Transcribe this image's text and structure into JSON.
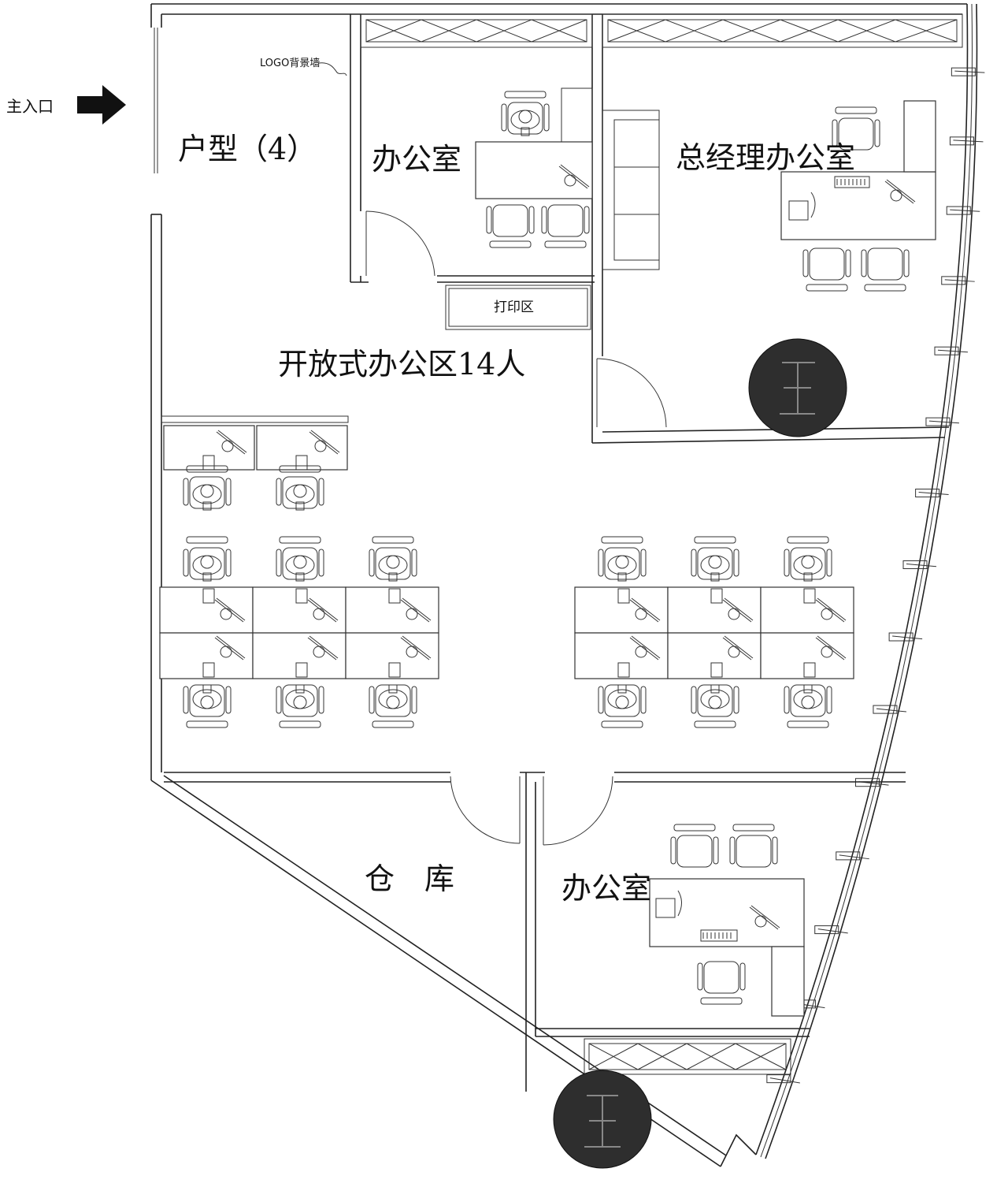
{
  "labels": {
    "main_entrance": "主入口",
    "logo_wall": "LOGO背景墙",
    "unit_type": "户型（4）",
    "office_top": "办公室",
    "gm_office": "总经理办公室",
    "print_area": "打印区",
    "open_office": "开放式办公区14人",
    "warehouse": "仓　库",
    "office_bottom": "办公室"
  },
  "colors": {
    "wall": "#222222",
    "pillar": "#2e2e2e",
    "background": "#ffffff"
  },
  "icons": [
    "arrow-right-icon",
    "pillar-icon",
    "chair-icon",
    "desk-icon",
    "phone-icon",
    "keyboard-icon",
    "door-swing-icon"
  ]
}
